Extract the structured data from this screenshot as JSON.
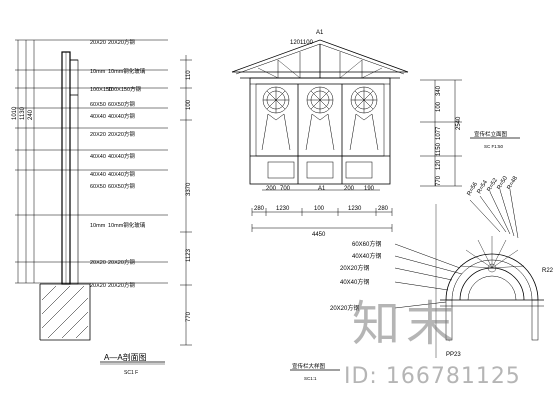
{
  "section": {
    "section_mark": "A1",
    "title": "A—A剖面图",
    "scale": "SC1 F",
    "layer_dims": [
      "20X20",
      "10mm",
      "100X150",
      "60X50",
      "40X40",
      "20X20",
      "40X40",
      "40X40",
      "60X50",
      "10mm",
      "20X20",
      "20X20"
    ],
    "layer_labels": [
      "20X20方钢",
      "10mm钢化玻璃",
      "100X150方钢",
      "60X50方钢",
      "40X40方钢",
      "20X20方钢",
      "40X40方钢",
      "40X40方钢",
      "60X50方钢",
      "10mm钢化玻璃",
      "20X20方钢",
      "20X20方钢"
    ],
    "height_dims": [
      "1010",
      "1130",
      "240",
      "110",
      "3370",
      "100",
      "1123",
      "770"
    ]
  },
  "elevation": {
    "title": "宣传栏立面图",
    "scale": "SC F1:50",
    "top_dims": [
      "120",
      "1100"
    ],
    "height_dims": [
      "340",
      "100",
      "1077",
      "1150",
      "120",
      "770",
      "2540"
    ],
    "bottom_dims": [
      "200",
      "700",
      "200",
      "190"
    ],
    "width_dims": [
      "280",
      "1230",
      "100",
      "1230",
      "280"
    ],
    "total_width": "4450"
  },
  "detail": {
    "title": "宣传栏大样图",
    "scale": "SC1:1",
    "leader_labels": [
      "60X60方钢",
      "40X40方钢",
      "20X20方钢",
      "40X40方钢",
      "20X20方钢"
    ],
    "angle_dims": [
      "R=56",
      "R=54",
      "R=52",
      "R=50",
      "R=48"
    ],
    "radius": "R22",
    "radius_large": "PP23"
  },
  "watermark": {
    "logo": "知末",
    "id": "ID: 166781125"
  }
}
